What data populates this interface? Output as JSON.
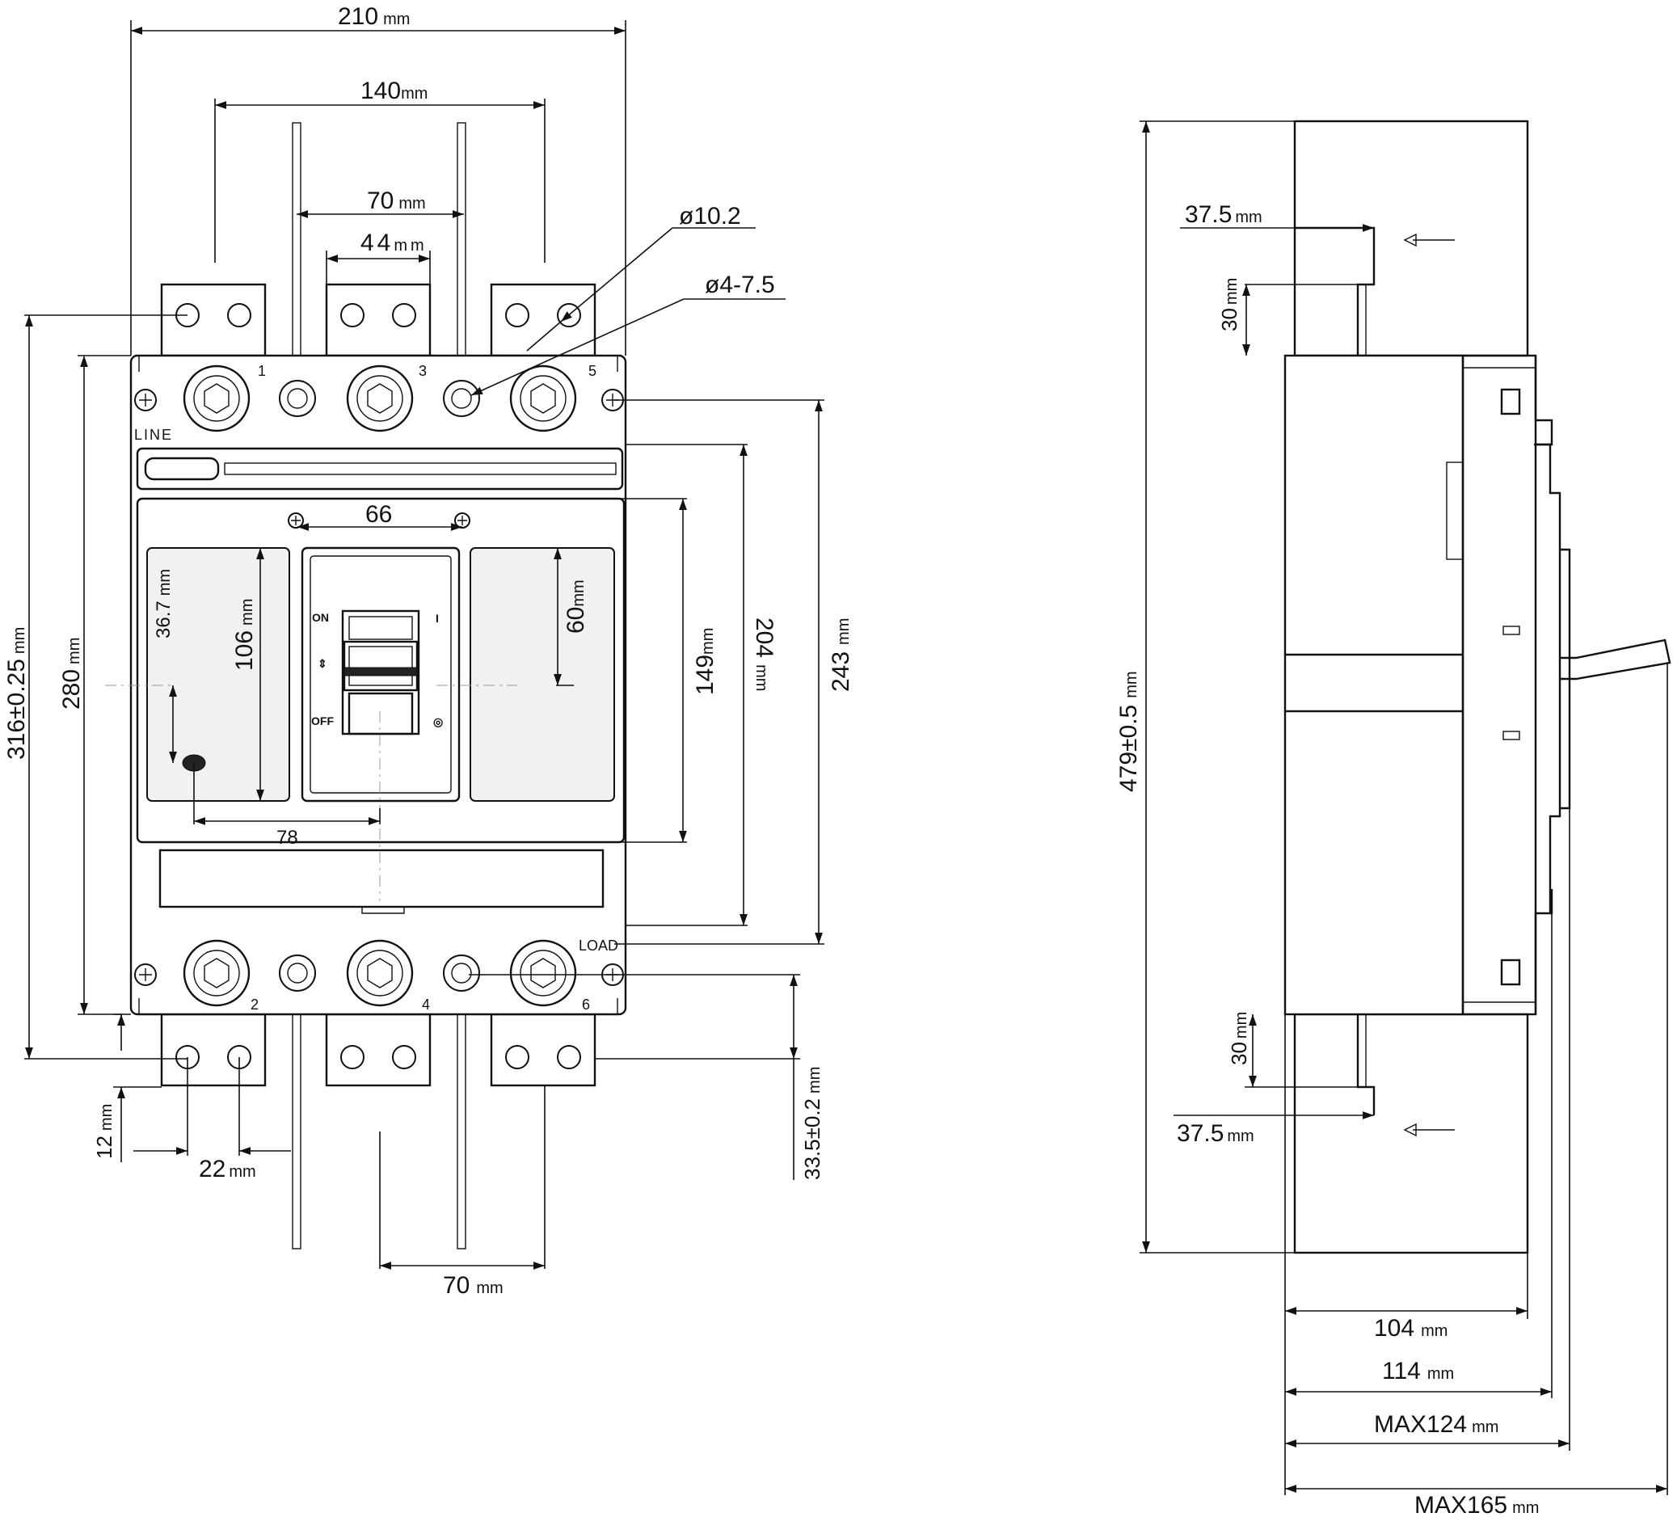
{
  "front_view": {
    "dimensions": {
      "overall_width": "210",
      "terminal_span": "140",
      "pole_pitch_top": "70",
      "busbar_width": "44",
      "mount_hole_dia": "ø10.2",
      "terminal_hole_dia": "ø4-7.5",
      "handle_spacing": "66",
      "height_316": "316±0.25",
      "height_280": "280",
      "dim_106": "106",
      "dim_36_7": "36.7",
      "dim_60": "60",
      "dim_149": "149",
      "dim_204": "204",
      "dim_243": "243",
      "dim_78": "78",
      "dim_12": "12",
      "dim_22": "22",
      "dim_33_5": "33.5±0.2",
      "pole_pitch_bottom": "70"
    },
    "units": {
      "mm": "mm"
    },
    "labels": {
      "line": "LINE",
      "load": "LOAD",
      "on": "ON",
      "off": "OFF",
      "on_symbol": "I",
      "trip_symbol": "⇕",
      "off_symbol": "◎"
    },
    "terminals": [
      "1",
      "3",
      "5",
      "2",
      "4",
      "6"
    ]
  },
  "side_view": {
    "dimensions": {
      "total_length": "479±0.5",
      "busbar_offset_top": "37.5",
      "busbar_thickness_top": "30",
      "busbar_thickness_bottom": "30",
      "busbar_offset_bottom": "37.5",
      "depth_104": "104",
      "depth_114": "114",
      "max_124": "MAX124",
      "max_165": "MAX165"
    }
  }
}
